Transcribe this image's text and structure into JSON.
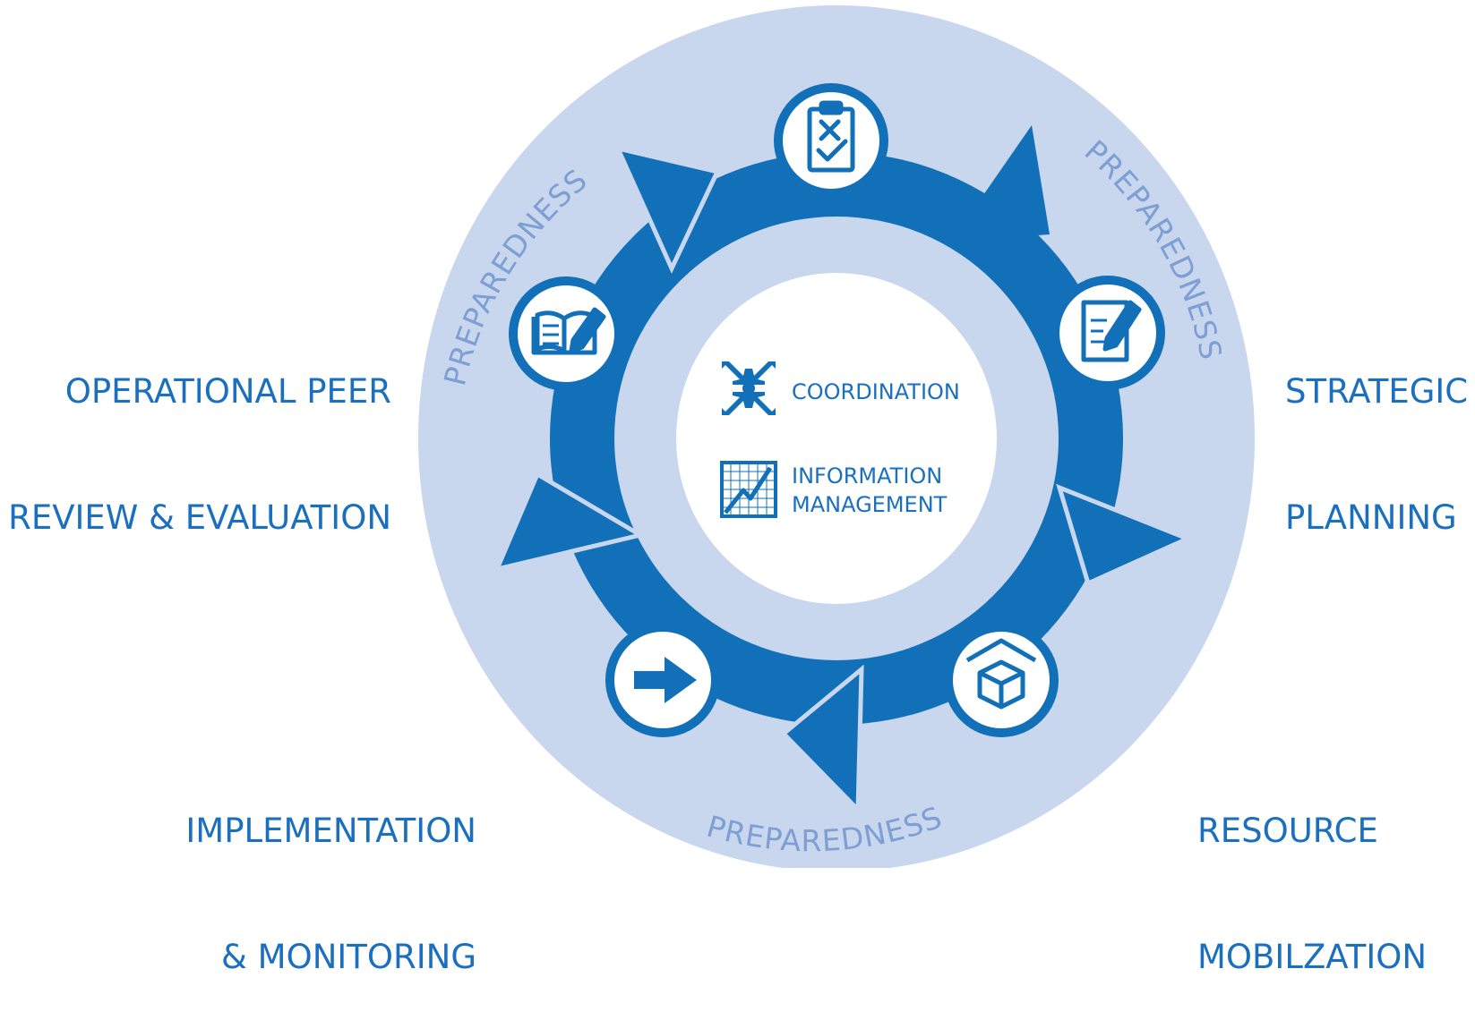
{
  "center": {
    "coordination": "COORDINATION",
    "information_line1": "INFORMATION",
    "information_line2": "MANAGEMENT"
  },
  "ring_text": {
    "top_left": "PREPAREDNESS",
    "top_right": "PREPAREDNESS",
    "bottom": "PREPAREDNESS"
  },
  "stages": {
    "strategic_planning": [
      "STRATEGIC",
      "PLANNING"
    ],
    "resource_mobilization": [
      "RESOURCE",
      "MOBILZATION"
    ],
    "implementation_monitoring": [
      "IMPLEMENTATION",
      "& MONITORING"
    ],
    "peer_review": [
      "OPERATIONAL PEER",
      "REVIEW & EVALUATION"
    ]
  },
  "icons": {
    "top": "clipboard-checklist-icon",
    "right": "document-pencil-icon",
    "bottom_right": "open-box-icon",
    "bottom_left": "arrow-right-icon",
    "left": "book-pencil-icon",
    "center_top": "converging-arrows-icon",
    "center_bottom": "chart-icon"
  },
  "colors": {
    "primary": "#1170b8",
    "outer_ring": "#c8d6ee",
    "text": "#1a6fbf",
    "prep_text": "#7d9fd3",
    "white": "#ffffff"
  }
}
